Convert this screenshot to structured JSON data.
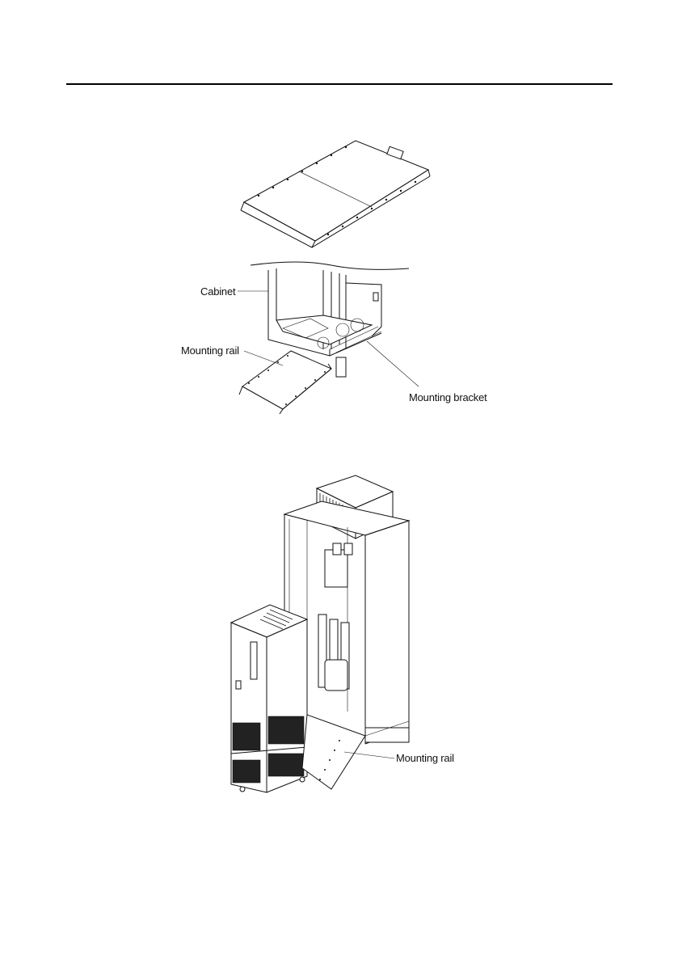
{
  "figure1": {
    "labels": {
      "cabinet": "Cabinet",
      "mounting_rail": "Mounting rail",
      "mounting_bracket": "Mounting bracket"
    }
  },
  "figure2": {
    "labels": {
      "mounting_rail": "Mounting rail"
    }
  }
}
